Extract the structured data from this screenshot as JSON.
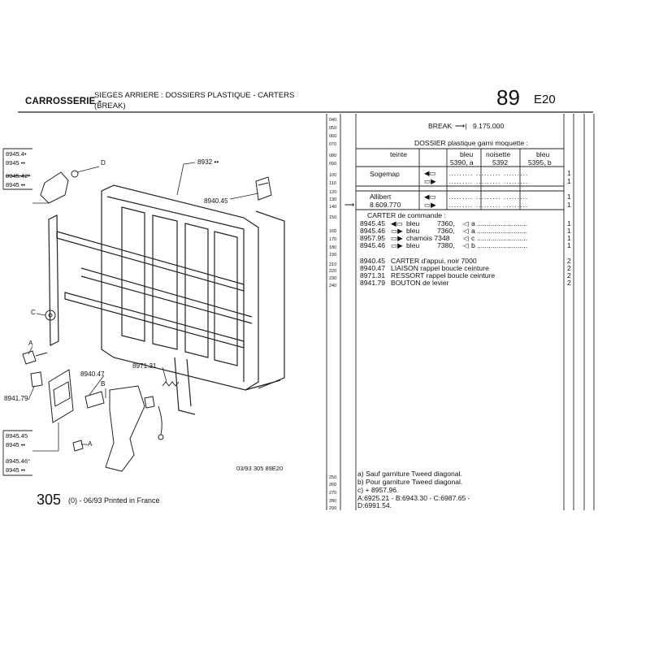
{
  "header": {
    "section": "CARROSSERIE -",
    "title_line1": "SIEGES ARRIERE : DOSSIERS PLASTIQUE - CARTERS",
    "title_line2": "(BREAK)",
    "page_number": "89",
    "page_section": "E20"
  },
  "line_numbers": [
    "040",
    "050",
    "060",
    "070",
    "080",
    "090",
    "100",
    "110",
    "120",
    "130",
    "140",
    "150",
    "160",
    "170",
    "180",
    "190",
    "210",
    "220",
    "230",
    "240",
    "250",
    "260",
    "270",
    "280",
    "290"
  ],
  "table": {
    "break_label": "BREAK",
    "break_number": "9.175.000",
    "dossier_label": "DOSSIER plastique garni moquette :",
    "col_teinte": "teinte",
    "col_bleu1": "bleu",
    "col_bleu1_ref": "5390, a",
    "col_noisette": "noisette",
    "col_noisette_ref": "5392",
    "col_bleu2": "bleu",
    "col_bleu2_ref": "5395, b",
    "supplier1": "Sogemap",
    "supplier2": "Allibert",
    "supplier2_ref": "8.609.770",
    "qty1": "1",
    "carter_commande": "CARTER de commande :",
    "rows": [
      {
        "ref": "8945.45",
        "desc": "bleu",
        "code": "7360,",
        "suffix": "a",
        "qty": "1"
      },
      {
        "ref": "8945.46",
        "desc": "bleu",
        "code": "7360,",
        "suffix": "a",
        "qty": "1"
      },
      {
        "ref": "8957.95",
        "desc": "chamois 7348",
        "code": "",
        "suffix": "c",
        "qty": "1"
      },
      {
        "ref": "8945.46",
        "desc": "bleu",
        "code": "7380,",
        "suffix": "b",
        "qty": "1"
      }
    ],
    "parts": [
      {
        "ref": "8940.45",
        "desc": "CARTER d'appui, noir 7000",
        "qty": "2"
      },
      {
        "ref": "8940.47",
        "desc": "LIAISON rappel boucle ceinture",
        "qty": "2"
      },
      {
        "ref": "8971.31",
        "desc": "RESSORT rappel boucle ceinture",
        "qty": "2"
      },
      {
        "ref": "8941.79",
        "desc": "BOUTON de levier",
        "qty": "2"
      }
    ],
    "notes": [
      "a) Sauf garniture Tweed diagonal.",
      "b) Pour garniture Tweed diagonal.",
      "c)  +  8957.96.",
      "A:6925.21 - B:6943.30 - C:6987.65 -",
      "D:6991.54."
    ]
  },
  "diagram": {
    "labels": {
      "d": "D",
      "p8932": "8932 ••",
      "p894045": "8940.45",
      "c": "C",
      "a1": "A",
      "p897131": "8971.31",
      "p894047": "8940.47",
      "b": "B",
      "p894179": "8941.79",
      "a2": "A"
    },
    "boxes": {
      "top": [
        "8945.4•",
        "8945 ••",
        "8945.42°",
        "8945 ••"
      ],
      "bottom": [
        "8945.45",
        "8945 ••",
        "8945.46°",
        "8945 ••"
      ]
    },
    "code": "03/93  305  89E20"
  },
  "footer": {
    "number": "305",
    "text": "(0) - 06/93 Printed in France"
  }
}
